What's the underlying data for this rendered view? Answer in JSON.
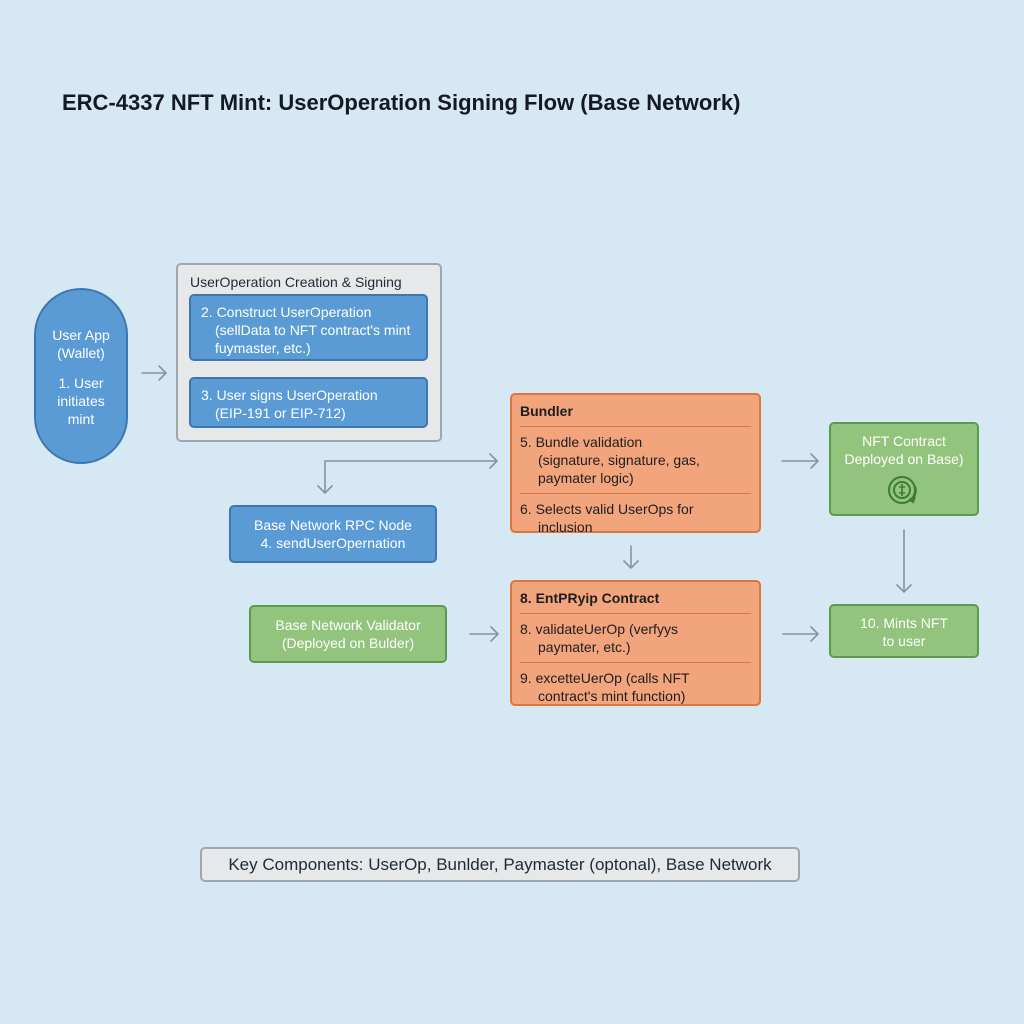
{
  "title": "ERC-4337 NFT Mint: UserOperation Signing Flow (Base Network)",
  "user_app": {
    "lines": [
      "User App",
      "(Wallet)"
    ],
    "step": [
      "1. User",
      "initiates",
      "mint"
    ]
  },
  "signing_group": {
    "label": "UserOperation Creation & Signing",
    "step2": [
      "2. Construct UserOperation",
      "(sellData to NFT contract's mint",
      "fuymaster, etc.)"
    ],
    "step3": [
      "3. User signs UserOperation",
      "(EIP-191 or EIP-712)"
    ]
  },
  "rpc_node": {
    "lines": [
      "Base Network RPC Node",
      "4. sendUserOpernation"
    ]
  },
  "bundler": {
    "header": "Bundler",
    "step5": [
      "5. Bundle validation",
      "(signature, signature, gas,",
      "paymater logic)"
    ],
    "step6": [
      "6. Selects valid UserOps for",
      "inclusion"
    ]
  },
  "entry_point": {
    "header": "8. EntPRyip Contract",
    "step8": [
      "8. validateUerOp (verfyys",
      "paymater, etc.)"
    ],
    "step9": [
      "9. excetteUerOp (calls NFT",
      "contract's mint function)"
    ]
  },
  "validator": {
    "lines": [
      "Base Network Validator",
      "(Deployed on Bulder)"
    ]
  },
  "nft_contract": {
    "lines": [
      "NFT Contract",
      "Deployed on Base)"
    ],
    "icon": "coin-cycle-icon"
  },
  "mint_result": {
    "lines": [
      "10. Mints NFT",
      "to user"
    ]
  },
  "legend": "Key Components: UserOp, Bunlder, Paymaster (optonal), Base Network",
  "colors": {
    "background": "#d7e8f5",
    "blue": "#5b9bd5",
    "orange": "#f2a47d",
    "green": "#93c47d",
    "gray": "#e6e8ea",
    "arrow": "#8a939c"
  }
}
